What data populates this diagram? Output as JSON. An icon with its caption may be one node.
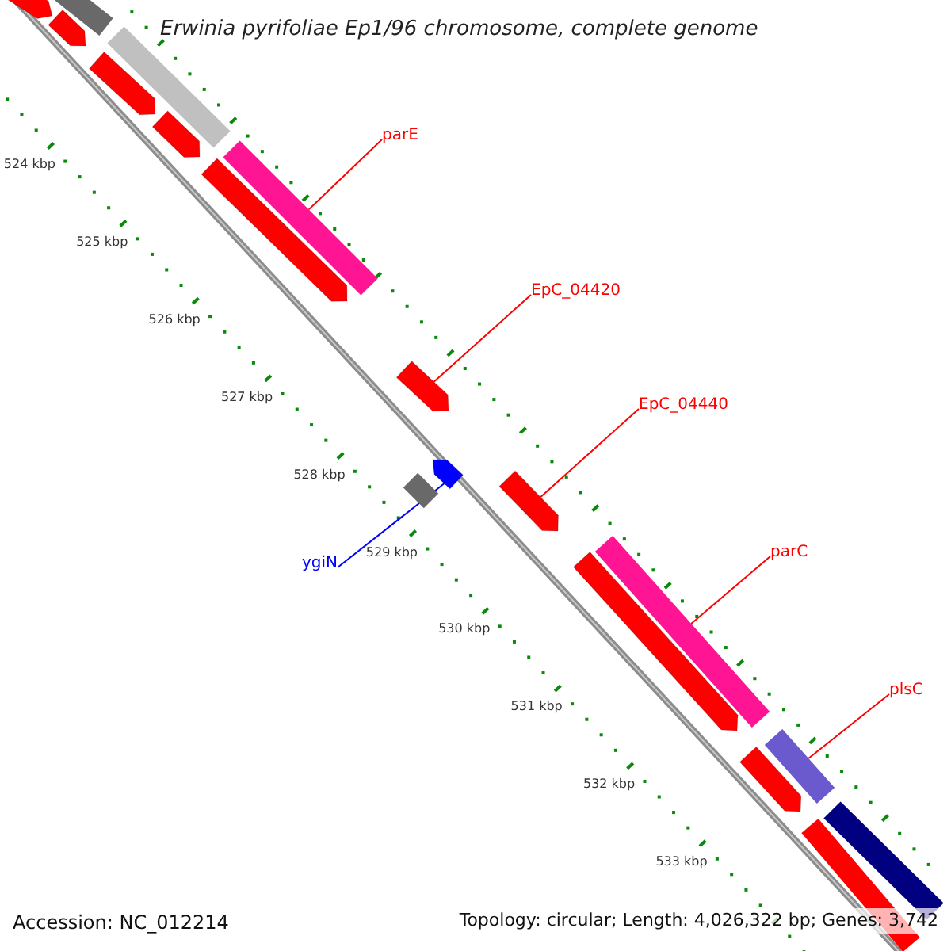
{
  "diagram": {
    "title": "Erwinia pyrifoliae Ep1/96 chromosome, complete genome",
    "nodes": [
      {
        "text": [],
        "shape": "arrow"
      },
      {
        "text": [],
        "shape": "bar"
      },
      {
        "text": [],
        "shape": "arrow"
      },
      {
        "text": [],
        "shape": "bar"
      },
      {
        "text": [],
        "shape": "arrow"
      },
      {
        "text": [],
        "shape": "arrow"
      },
      {
        "text": [
          "parE"
        ]
      },
      {
        "text": [],
        "shape": "bar"
      },
      {
        "text": [],
        "shape": "arrow"
      },
      {
        "text": [
          "EpC_04420"
        ]
      },
      {
        "text": [],
        "shape": "arrow"
      },
      {
        "text": [
          "EpC_04440"
        ]
      },
      {
        "text": [],
        "shape": "arrow"
      },
      {
        "text": [],
        "shape": "bar"
      },
      {
        "text": [
          "ygiN"
        ]
      },
      {
        "text": [],
        "shape": "arrow"
      },
      {
        "text": [
          "parC"
        ]
      },
      {
        "text": [],
        "shape": "bar"
      },
      {
        "text": [],
        "shape": "arrow"
      },
      {
        "text": [
          "plsC"
        ]
      },
      {
        "text": [],
        "shape": "bar"
      },
      {
        "text": [],
        "shape": "arrow"
      },
      {
        "text": [],
        "shape": "bar"
      },
      {
        "text": [],
        "shape": "bar"
      }
    ],
    "edges": [
      {
        "from": 6,
        "to": 7,
        "arrow": "none"
      },
      {
        "from": 9,
        "to": 10,
        "arrow": "none"
      },
      {
        "from": 11,
        "to": 12,
        "arrow": "none"
      },
      {
        "from": 14,
        "to": 15,
        "arrow": "none",
        "color": "#0000ff"
      },
      {
        "from": 16,
        "to": 17,
        "arrow": "none"
      },
      {
        "from": 19,
        "to": 20,
        "arrow": "none"
      }
    ],
    "labels": [
      "524 kbp",
      "525 kbp",
      "526 kbp",
      "527 kbp",
      "528 kbp",
      "529 kbp",
      "530 kbp",
      "531 kbp",
      "532 kbp",
      "533 kbp",
      "Accession: NC_012214",
      "Topology: circular; Length: 4,026,322 bp; Genes: 3,742"
    ]
  }
}
